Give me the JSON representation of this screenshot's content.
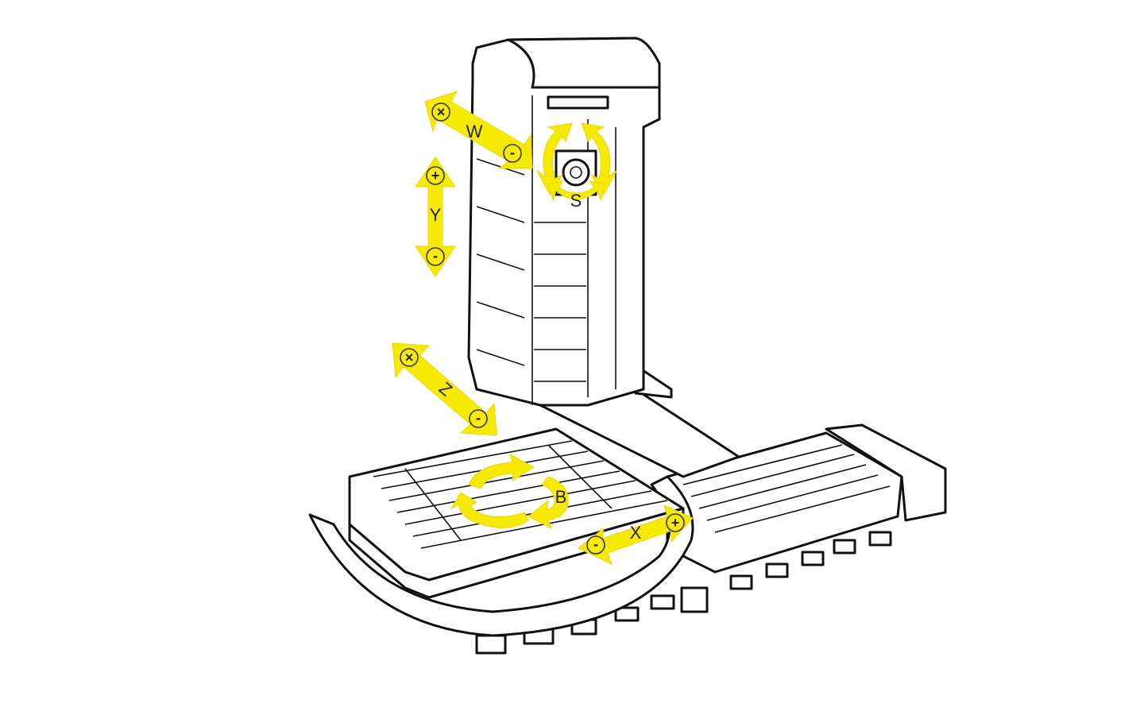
{
  "diagram": {
    "accent_color": "#f5ea00",
    "axes": {
      "W": {
        "label": "W",
        "plus": "×",
        "minus": "-"
      },
      "Y": {
        "label": "Y",
        "plus": "+",
        "minus": "-"
      },
      "Z": {
        "label": "Z",
        "plus": "×",
        "minus": "-"
      },
      "X": {
        "label": "X",
        "plus": "+",
        "minus": "-"
      },
      "S": {
        "label": "S"
      },
      "B": {
        "label": "B"
      }
    }
  }
}
